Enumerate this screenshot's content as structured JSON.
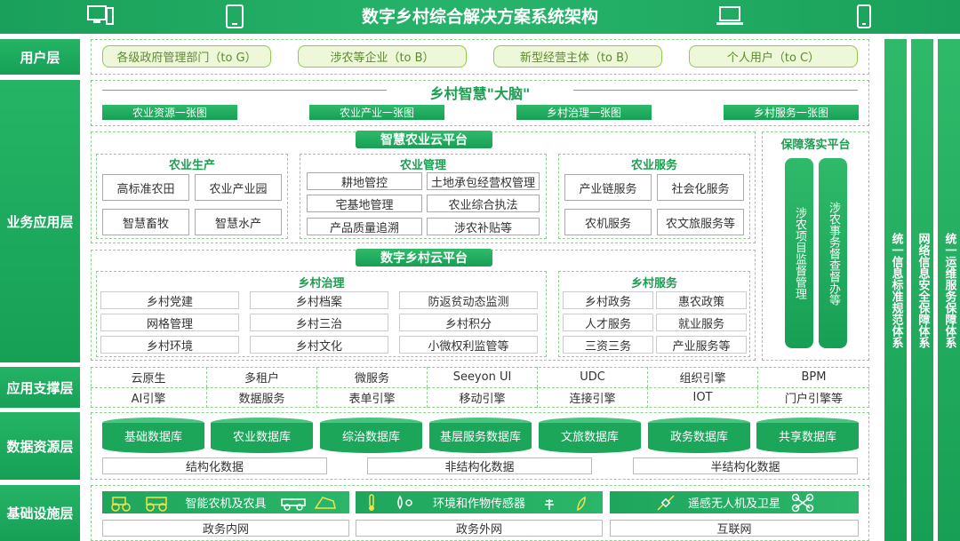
{
  "title": "数字乡村综合解决方案系统架构",
  "header_icons": [
    "desktop-icon",
    "tablet-icon",
    "laptop-icon",
    "phone-icon"
  ],
  "colors": {
    "primary_green": "#1ba65a",
    "light_green": "#eef8d8",
    "border_green": "#8fcf8f"
  },
  "layers": [
    "用户层",
    "业务应用层",
    "应用支撑层",
    "数据资源层",
    "基础设施层"
  ],
  "users": [
    "各级政府管理部门（to G）",
    "涉农等企业（to B）",
    "新型经营主体（to B）",
    "个人用户（to C）"
  ],
  "brain": {
    "title": "乡村智慧\"大脑\"",
    "maps": [
      "农业资源一张图",
      "农业产业一张图",
      "乡村治理一张图",
      "乡村服务一张图"
    ]
  },
  "smart_agri": {
    "title": "智慧农业云平台",
    "production": {
      "title": "农业生产",
      "items": [
        "高标准农田",
        "农业产业园",
        "智慧畜牧",
        "智慧水产"
      ]
    },
    "management": {
      "title": "农业管理",
      "items": [
        "耕地管控",
        "土地承包经营权管理",
        "宅基地管理",
        "农业综合执法",
        "产品质量追溯",
        "涉农补贴等"
      ]
    },
    "services": {
      "title": "农业服务",
      "items": [
        "产业链服务",
        "社会化服务",
        "农机服务",
        "农文旅服务等"
      ]
    }
  },
  "guarantee": {
    "title": "保障落实平台",
    "items": [
      "涉农项目监督管理",
      "涉农事务督查督办等"
    ]
  },
  "digital_village": {
    "title": "数字乡村云平台",
    "governance": {
      "title": "乡村治理",
      "items": [
        "乡村党建",
        "乡村档案",
        "防返贫动态监测",
        "网格管理",
        "乡村三治",
        "乡村积分",
        "乡村环境",
        "乡村文化",
        "小微权利监管等"
      ]
    },
    "services": {
      "title": "乡村服务",
      "items": [
        "乡村政务",
        "惠农政策",
        "人才服务",
        "就业服务",
        "三资三务",
        "产业服务等"
      ]
    }
  },
  "support": {
    "row1": [
      "云原生",
      "多租户",
      "微服务",
      "Seeyon UI",
      "UDC",
      "组织引擎",
      "BPM"
    ],
    "row2": [
      "AI引擎",
      "数据服务",
      "表单引擎",
      "移动引擎",
      "连接引擎",
      "IOT",
      "门户引擎等"
    ]
  },
  "data": {
    "databases": [
      "基础数据库",
      "农业数据库",
      "综治数据库",
      "基层服务数据库",
      "文旅数据库",
      "政务数据库",
      "共享数据库"
    ],
    "structures": [
      "结构化数据",
      "非结构化数据",
      "半结构化数据"
    ]
  },
  "infra": {
    "bars": [
      "智能农机及农具",
      "环境和作物传感器",
      "遥感无人机及卫星"
    ],
    "networks": [
      "政务内网",
      "政务外网",
      "互联网"
    ]
  },
  "side": [
    "统一信息标准规范体系",
    "网络信息安全保障体系",
    "统一运维服务保障体系"
  ]
}
